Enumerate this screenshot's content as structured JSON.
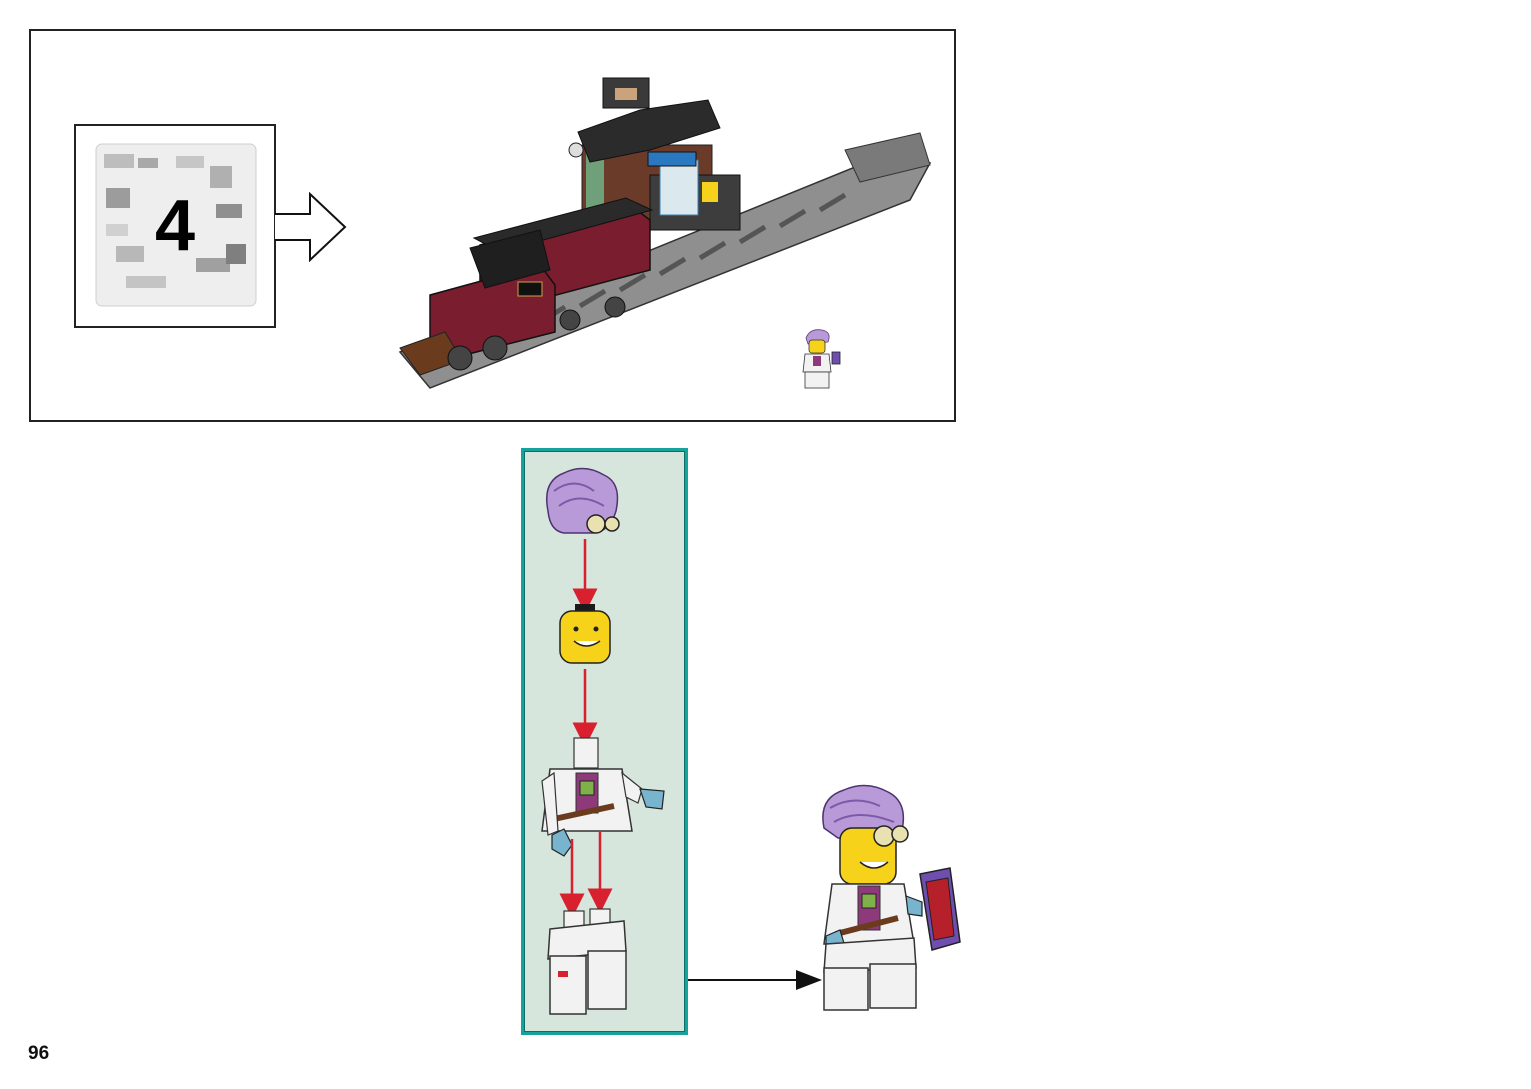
{
  "page": {
    "number": "96"
  },
  "step_panel": {
    "bag_number": "4",
    "model": "train-with-station",
    "minifigure_preview": "scientist-minifigure"
  },
  "sub_assembly": {
    "steps": [
      "hair-piece",
      "head",
      "torso",
      "legs"
    ],
    "result": "scientist-minifigure-with-tablet"
  },
  "colors": {
    "panel_border": "#16a39b",
    "panel_fill": "#d7e6dc",
    "arrow_red": "#d8202e",
    "hair": "#b99ad8",
    "head": "#f6d21a",
    "gloves": "#79b4cf",
    "tablet": "#6e4fb0"
  }
}
